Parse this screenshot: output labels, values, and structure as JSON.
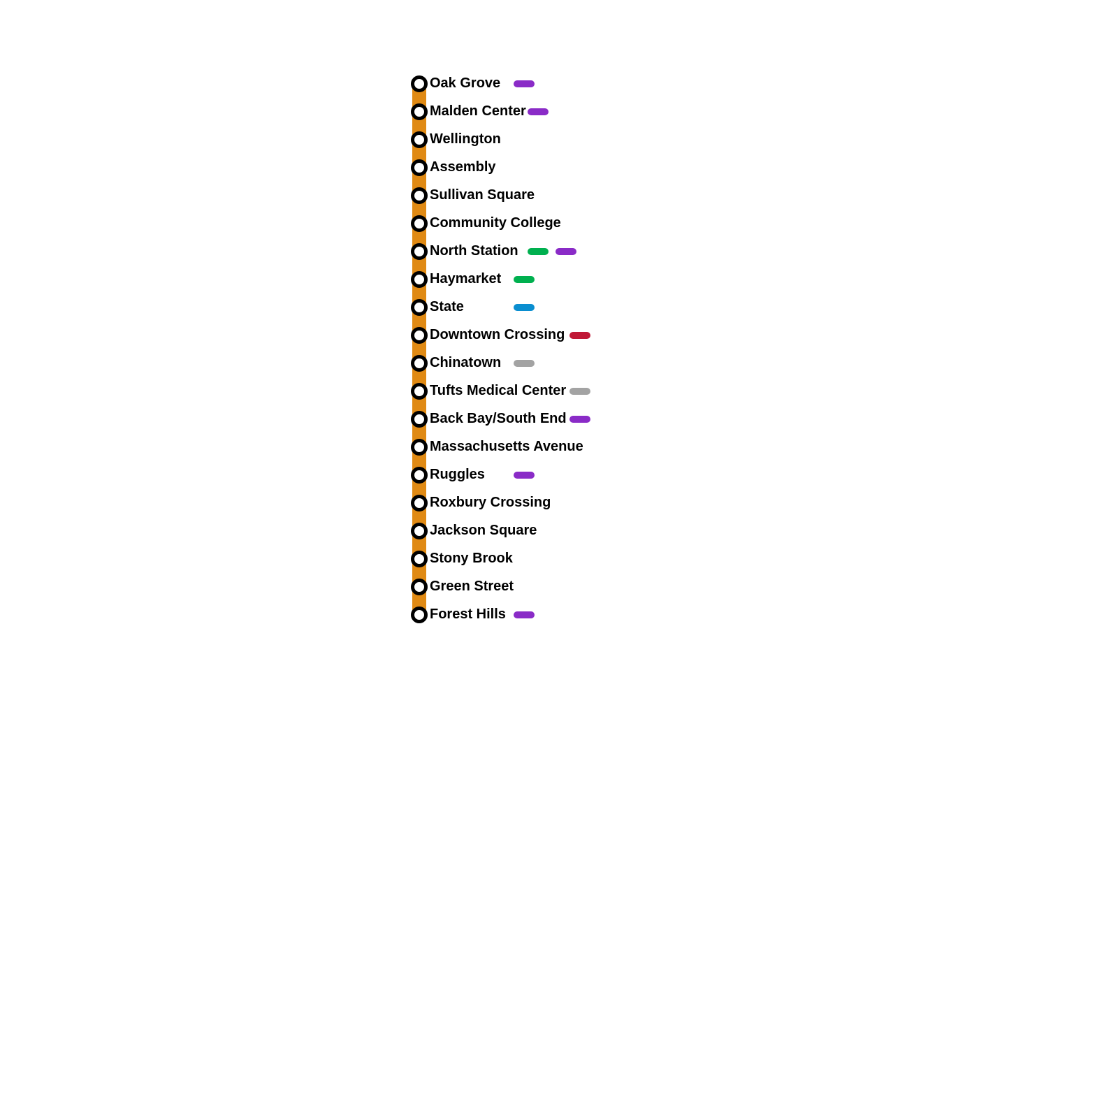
{
  "line_color": "#E08A14",
  "connection_colors": {
    "commuter-rail": "#8A2BC7",
    "green-line": "#00B04F",
    "blue-line": "#0A8ED0",
    "red-line": "#C01836",
    "silver-line": "#A3A3A3"
  },
  "stations": [
    {
      "name": "Oak Grove",
      "connections": [
        "commuter-rail"
      ]
    },
    {
      "name": "Malden Center",
      "connections": [
        "commuter-rail"
      ]
    },
    {
      "name": "Wellington",
      "connections": []
    },
    {
      "name": "Assembly",
      "connections": []
    },
    {
      "name": "Sullivan Square",
      "connections": []
    },
    {
      "name": "Community College",
      "connections": []
    },
    {
      "name": "North Station",
      "connections": [
        "green-line",
        "commuter-rail"
      ]
    },
    {
      "name": "Haymarket",
      "connections": [
        "green-line"
      ]
    },
    {
      "name": "State",
      "connections": [
        "blue-line"
      ]
    },
    {
      "name": "Downtown Crossing",
      "connections": [
        "red-line"
      ]
    },
    {
      "name": "Chinatown",
      "connections": [
        "silver-line"
      ]
    },
    {
      "name": "Tufts Medical Center",
      "connections": [
        "silver-line"
      ]
    },
    {
      "name": "Back Bay/South End",
      "connections": [
        "commuter-rail"
      ]
    },
    {
      "name": "Massachusetts Avenue",
      "connections": []
    },
    {
      "name": "Ruggles",
      "connections": [
        "commuter-rail"
      ]
    },
    {
      "name": "Roxbury Crossing",
      "connections": []
    },
    {
      "name": "Jackson Square",
      "connections": []
    },
    {
      "name": "Stony Brook",
      "connections": []
    },
    {
      "name": "Green Street",
      "connections": []
    },
    {
      "name": "Forest Hills",
      "connections": [
        "commuter-rail"
      ]
    }
  ]
}
